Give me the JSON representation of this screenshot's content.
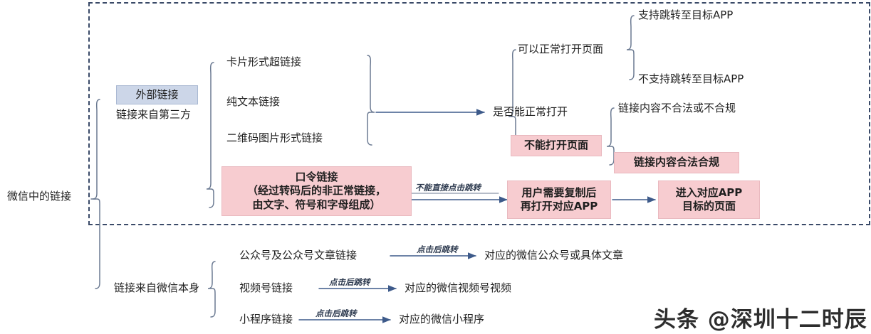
{
  "diagram": {
    "title_root": "微信中的链接",
    "dashed_region_note": "外部链接分支区域",
    "colors": {
      "box_blue_fill": "#ccd6e8",
      "box_blue_border": "#a9b8d2",
      "box_pink_fill": "#f7ccd0",
      "box_pink_border": "#e9b9bf",
      "connector": "#5a6b85",
      "arrow": "#3d5a8a",
      "dashed_border": "#3a4a68",
      "text": "#1f1f1f"
    }
  },
  "nodes": {
    "root": "微信中的链接",
    "external_source_box": "外部链接",
    "external_source_sub": "链接来自第三方",
    "link_types": [
      "卡片形式超链接",
      "纯文本链接",
      "二维码图片形式链接"
    ],
    "password_link_line1": "口令链接",
    "password_link_line2": "（经过转码后的非正常链接，",
    "password_link_line3": "由文字、符号和字母组成）",
    "can_open_question": "是否能正常打开",
    "can_open_page": "可以正常打开页面",
    "support_jump": "支持跳转至目标APP",
    "no_support_jump": "不支持跳转至目标APP",
    "cannot_open_page": "不能打开页面",
    "content_illegal": "链接内容不合法或不合规",
    "content_legal": "链接内容合法合规",
    "user_copy_line1": "用户需要复制后",
    "user_copy_line2": "再打开对应APP",
    "enter_app_line1": "进入对应APP",
    "enter_app_line2": "目标的页面",
    "wechat_source": "链接来自微信本身",
    "wechat_links": [
      {
        "name": "公众号及公众号文章链接",
        "edge": "点击后跳转",
        "target": "对应的微信公众号或具体文章"
      },
      {
        "name": "视频号链接",
        "edge": "点击后跳转",
        "target": "对应的微信视频号视频"
      },
      {
        "name": "小程序链接",
        "edge": "点击后跳转",
        "target": "对应的微信小程序"
      }
    ]
  },
  "edge_labels": {
    "cannot_click_jump": "不能直接点击跳转"
  },
  "watermark": {
    "text": "头条 @深圳十二时辰"
  }
}
